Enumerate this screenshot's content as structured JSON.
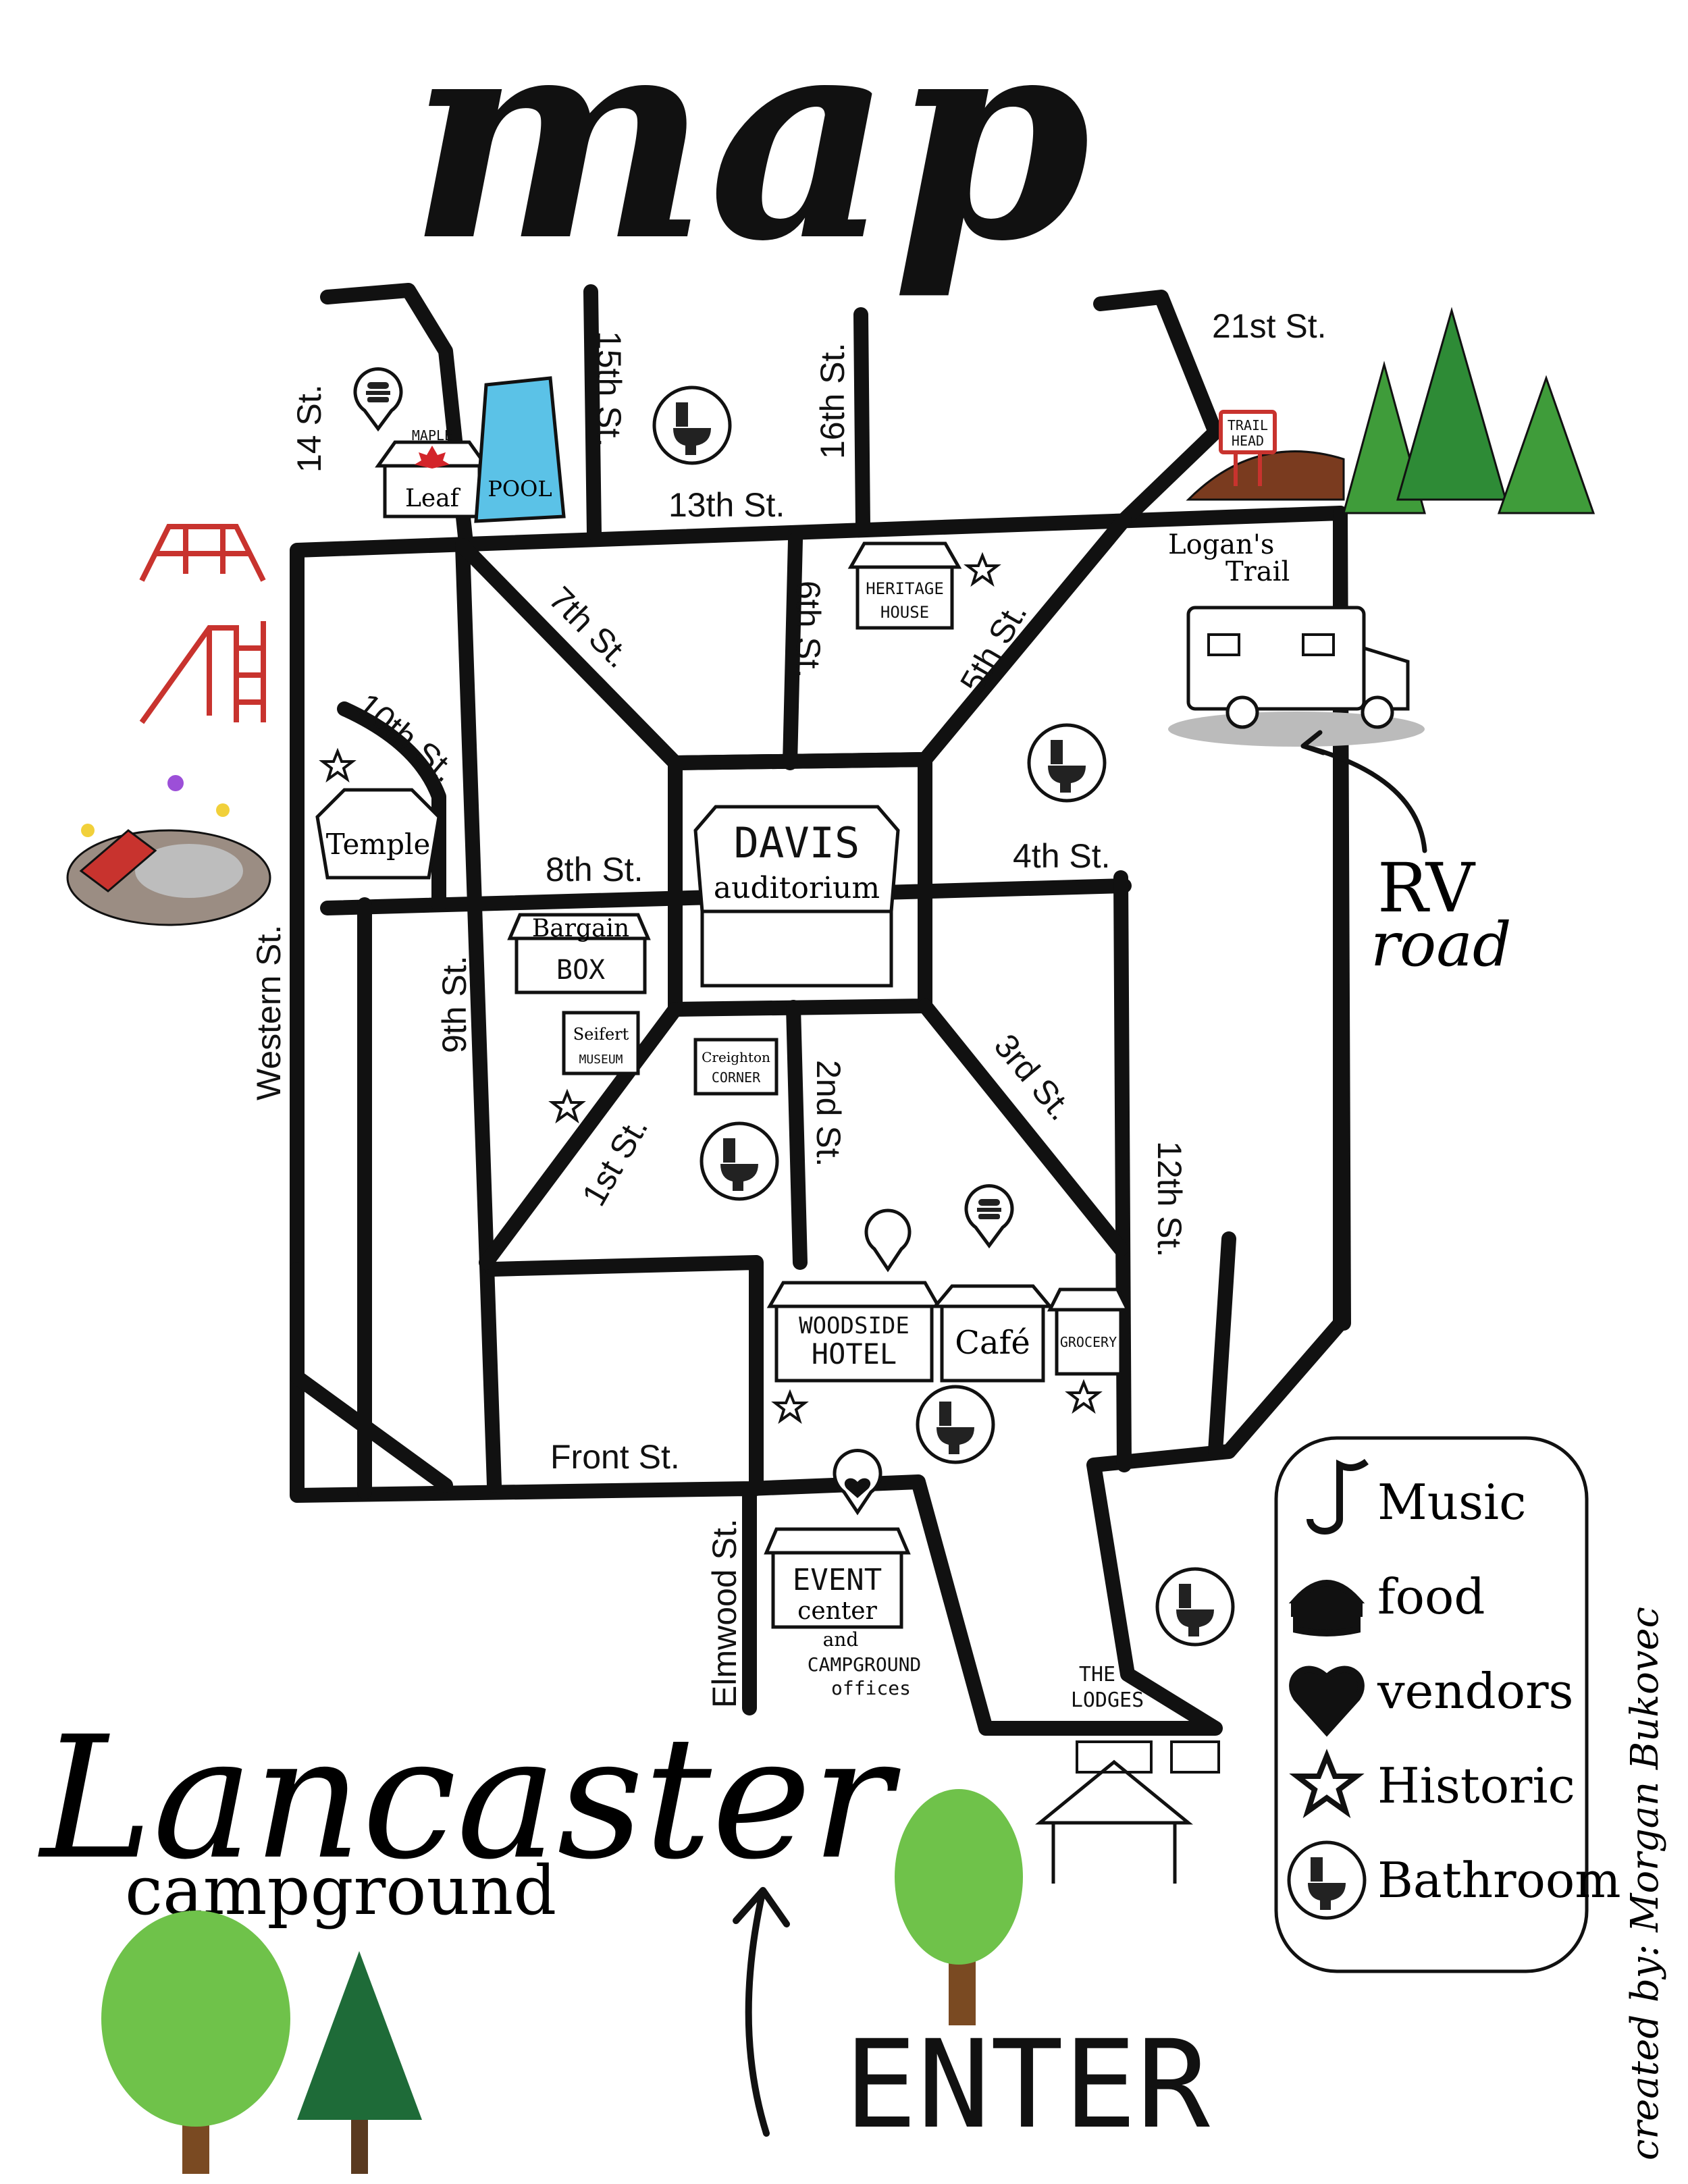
{
  "title": "map",
  "campground": {
    "name": "Lancaster",
    "subtitle": "campground"
  },
  "enter_label": "ENTER",
  "credit": "created by: Morgan Bukovec",
  "rv_label": {
    "line1": "RV",
    "line2": "road"
  },
  "streets": {
    "s14": "14 St.",
    "s15": "15th St.",
    "s16": "16th St.",
    "s21": "21st St.",
    "s13": "13th St.",
    "s7": "7th St.",
    "s6": "6th St.",
    "s5": "5th St.",
    "s10": "10th St.",
    "s8": "8th St.",
    "s4": "4th St.",
    "s9": "9th St.",
    "western": "Western St.",
    "s1": "1st St.",
    "s2": "2nd St.",
    "s3": "3rd St.",
    "s12": "12th St.",
    "front": "Front St.",
    "elmwood": "Elmwood St."
  },
  "places": {
    "maple_leaf": {
      "top": "MAPLE",
      "name": "Leaf"
    },
    "pool": "POOL",
    "trailhead": {
      "line1": "TRAIL",
      "line2": "HEAD"
    },
    "logans_trail": {
      "line1": "Logan's",
      "line2": "Trail"
    },
    "heritage_house": {
      "line1": "HERITAGE",
      "line2": "HOUSE"
    },
    "temple": "Temple",
    "davis": {
      "line1": "DAVIS",
      "line2": "auditorium"
    },
    "bargain_box": {
      "line1": "Bargain",
      "line2": "BOX"
    },
    "seifert": {
      "line1": "Seifert",
      "line2": "MUSEUM"
    },
    "creighton": {
      "line1": "Creighton",
      "line2": "CORNER"
    },
    "woodside": {
      "line1": "WOODSIDE",
      "line2": "HOTEL"
    },
    "cafe": "Café",
    "grocery": "GROCERY",
    "event_center": {
      "line1": "EVENT",
      "line2": "center",
      "line3": "and",
      "line4": "CAMPGROUND",
      "line5": "offices"
    },
    "lodges": {
      "line1": "THE",
      "line2": "LODGES"
    }
  },
  "legend": [
    {
      "icon": "music-note-icon",
      "label": "Music"
    },
    {
      "icon": "burger-icon",
      "label": "food"
    },
    {
      "icon": "heart-icon",
      "label": "vendors"
    },
    {
      "icon": "star-icon",
      "label": "Historic"
    },
    {
      "icon": "toilet-icon",
      "label": "Bathroom"
    }
  ],
  "colors": {
    "pool": "#5BC2E7",
    "tree_light": "#6FC24A",
    "tree_dark": "#1E6B38",
    "playground": "#C8332E",
    "road": "#111111"
  }
}
